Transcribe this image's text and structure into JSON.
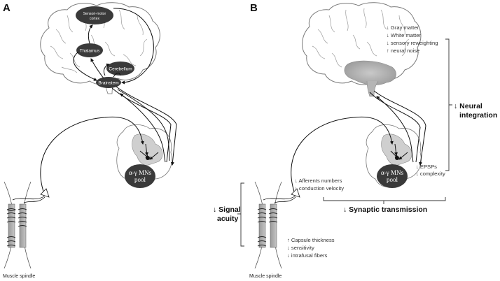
{
  "panels": {
    "a": {
      "label": "A",
      "nodes": {
        "sensorimotor_line1": "Sensori-motor",
        "sensorimotor_line2": "cortex",
        "thalamus": "Thalamus",
        "cerebellum": "Cerebellum",
        "brainstem": "Brainstem"
      },
      "pool_line1": "α-γ MNs",
      "pool_line2": "pool",
      "muscle_caption": "Muscle spindle"
    },
    "b": {
      "label": "B",
      "brain_changes": [
        "↓ Gray matter",
        "↓ White matter",
        "↓ sensory reweighting",
        "↑ neural noise"
      ],
      "neural_integration_line1": "↓ Neural",
      "neural_integration_line2": "integration",
      "pool_line1": "α-γ MNs",
      "pool_line2": "pool",
      "epsp_changes": [
        "↓ EPSPs",
        "↓ complexity"
      ],
      "afferent_changes": [
        "↓ Afferents numbers",
        "↓ conduction velocity"
      ],
      "synaptic_transmission": "↓ Synaptic transmission",
      "signal_acuity_line1": "↓ Signal",
      "signal_acuity_line2": "acuity",
      "spindle_changes": [
        "↑ Capsule thickness",
        "↓ sensitivity",
        "↓ intrafusal fibers"
      ],
      "muscle_caption": "Muscle spindle"
    }
  },
  "colors": {
    "node_fill": "#3a3a3a",
    "brain_stroke": "#7a7a7a",
    "brain_gray": "#a9a9a9",
    "text": "#222222"
  }
}
